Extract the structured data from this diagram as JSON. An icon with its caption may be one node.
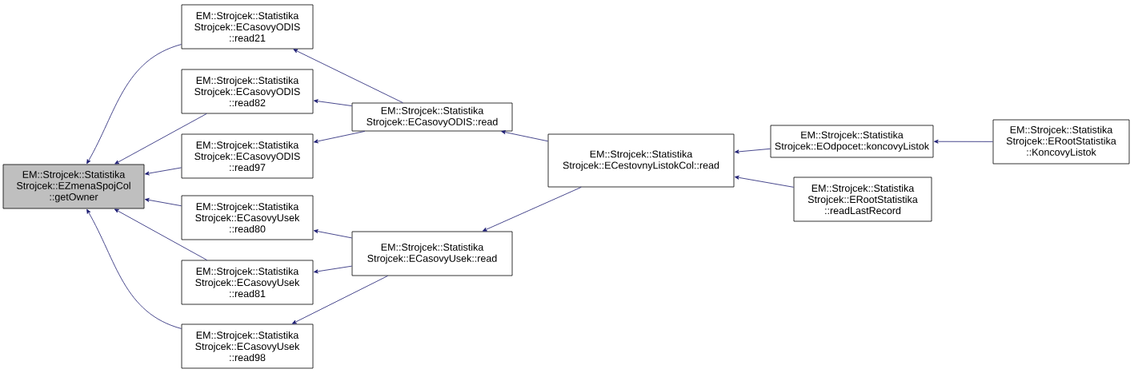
{
  "diagram": {
    "nodes": [
      {
        "text": [
          "EM::Strojcek::Statistika Strojcek::EZmenaSpojCol ::getOwner"
        ]
      },
      {
        "text": [
          "EM::Strojcek::Statistika Strojcek::ECasovyODIS ::read21"
        ]
      },
      {
        "text": [
          "EM::Strojcek::Statistika Strojcek::ECasovyODIS ::read82"
        ]
      },
      {
        "text": [
          "EM::Strojcek::Statistika Strojcek::ECasovyODIS ::read97"
        ]
      },
      {
        "text": [
          "EM::Strojcek::Statistika Strojcek::ECasovyUsek ::read80"
        ]
      },
      {
        "text": [
          "EM::Strojcek::Statistika Strojcek::ECasovyUsek ::read81"
        ]
      },
      {
        "text": [
          "EM::Strojcek::Statistika Strojcek::ECasovyUsek ::read98"
        ]
      },
      {
        "text": [
          "EM::Strojcek::Statistika Strojcek::ECasovyODIS::read"
        ]
      },
      {
        "text": [
          "EM::Strojcek::Statistika Strojcek::ECasovyUsek::read"
        ]
      },
      {
        "text": [
          "EM::Strojcek::Statistika Strojcek::ECestovnyListokCol::read"
        ]
      },
      {
        "text": [
          "EM::Strojcek::Statistika Strojcek::EOdpocet::koncovyListok"
        ]
      },
      {
        "text": [
          "EM::Strojcek::Statistika Strojcek::ERootStatistika ::readLastRecord"
        ]
      },
      {
        "text": [
          "EM::Strojcek::Statistika Strojcek::ERootStatistika ::KoncovyListok"
        ]
      }
    ],
    "edges": [
      {
        "from": 1,
        "to": 0,
        "arrow": "to"
      },
      {
        "from": 2,
        "to": 0,
        "arrow": "to"
      },
      {
        "from": 3,
        "to": 0,
        "arrow": "to"
      },
      {
        "from": 4,
        "to": 0,
        "arrow": "to"
      },
      {
        "from": 5,
        "to": 0,
        "arrow": "to"
      },
      {
        "from": 6,
        "to": 0,
        "arrow": "to"
      },
      {
        "from": 7,
        "to": 1,
        "arrow": "to"
      },
      {
        "from": 7,
        "to": 2,
        "arrow": "to"
      },
      {
        "from": 7,
        "to": 3,
        "arrow": "to"
      },
      {
        "from": 8,
        "to": 4,
        "arrow": "to"
      },
      {
        "from": 8,
        "to": 5,
        "arrow": "to"
      },
      {
        "from": 8,
        "to": 6,
        "arrow": "to"
      },
      {
        "from": 9,
        "to": 7,
        "arrow": "to"
      },
      {
        "from": 9,
        "to": 8,
        "arrow": "to"
      },
      {
        "from": 10,
        "to": 9,
        "arrow": "to"
      },
      {
        "from": 11,
        "to": 9,
        "arrow": "to"
      },
      {
        "from": 12,
        "to": 10,
        "arrow": "to"
      }
    ]
  }
}
